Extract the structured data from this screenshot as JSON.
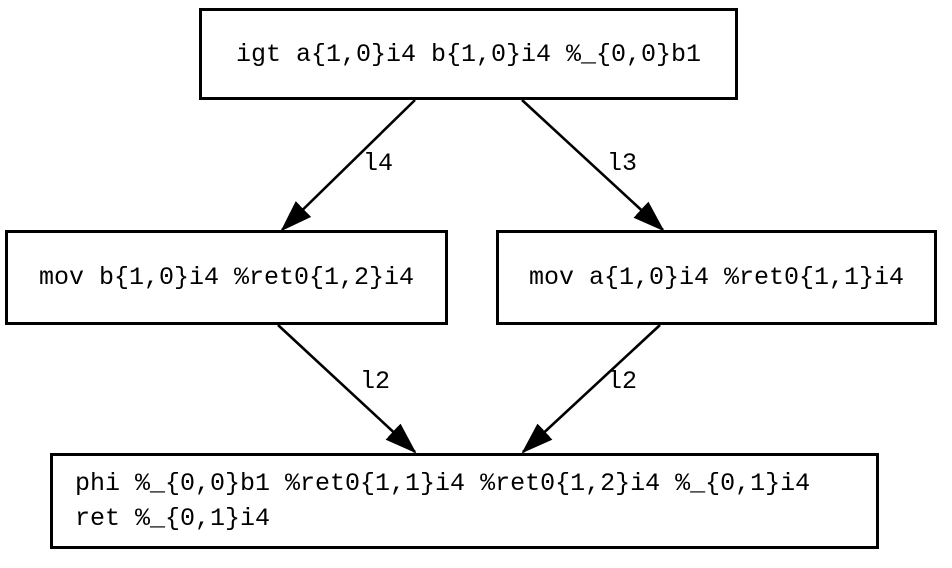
{
  "diagram": {
    "type": "control-flow-graph",
    "colors": {
      "stroke": "#000000",
      "text": "#000000",
      "node_fill": "#ffffff",
      "background": "#ffffff"
    },
    "nodes": [
      {
        "id": "block-entry",
        "label": "igt a{1,0}i4 b{1,0}i4 %_{0,0}b1"
      },
      {
        "id": "block-l4",
        "label": "mov b{1,0}i4 %ret0{1,2}i4"
      },
      {
        "id": "block-l3",
        "label": "mov a{1,0}i4 %ret0{1,1}i4"
      },
      {
        "id": "block-l2",
        "lines": [
          "phi %_{0,0}b1 %ret0{1,1}i4 %ret0{1,2}i4 %_{0,1}i4",
          "ret %_{0,1}i4"
        ]
      }
    ],
    "edges": [
      {
        "from": "block-entry",
        "to": "block-l4",
        "label": "l4"
      },
      {
        "from": "block-entry",
        "to": "block-l3",
        "label": "l3"
      },
      {
        "from": "block-l4",
        "to": "block-l2",
        "label": "l2"
      },
      {
        "from": "block-l3",
        "to": "block-l2",
        "label": "l2"
      }
    ]
  }
}
